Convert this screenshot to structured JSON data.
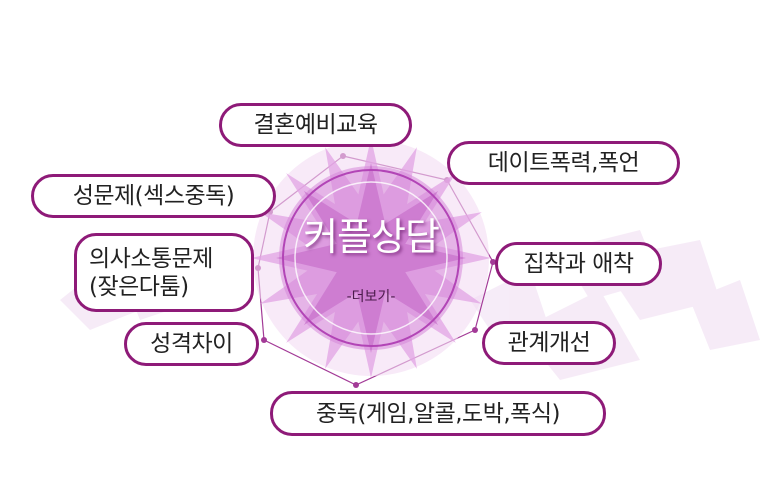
{
  "center": {
    "title": "커플상담",
    "more": "-더보기-"
  },
  "topics": [
    {
      "id": "wedding",
      "label": "결혼예비교육"
    },
    {
      "id": "dating-violence",
      "label": "데이트폭력,폭언"
    },
    {
      "id": "sexual",
      "label": "성문제(섹스중독)"
    },
    {
      "id": "communication",
      "label_line1": "의사소통문제",
      "label_line2": "(잦은다툼)"
    },
    {
      "id": "obsession",
      "label": "집착과 애착"
    },
    {
      "id": "personality",
      "label": "성격차이"
    },
    {
      "id": "relationship",
      "label": "관계개선"
    },
    {
      "id": "addiction",
      "label": "중독(게임,알콜,도박,폭식)"
    }
  ],
  "colors": {
    "accent": "#8e1a78",
    "star": "#d98cde",
    "ring": "#c64fc8"
  }
}
